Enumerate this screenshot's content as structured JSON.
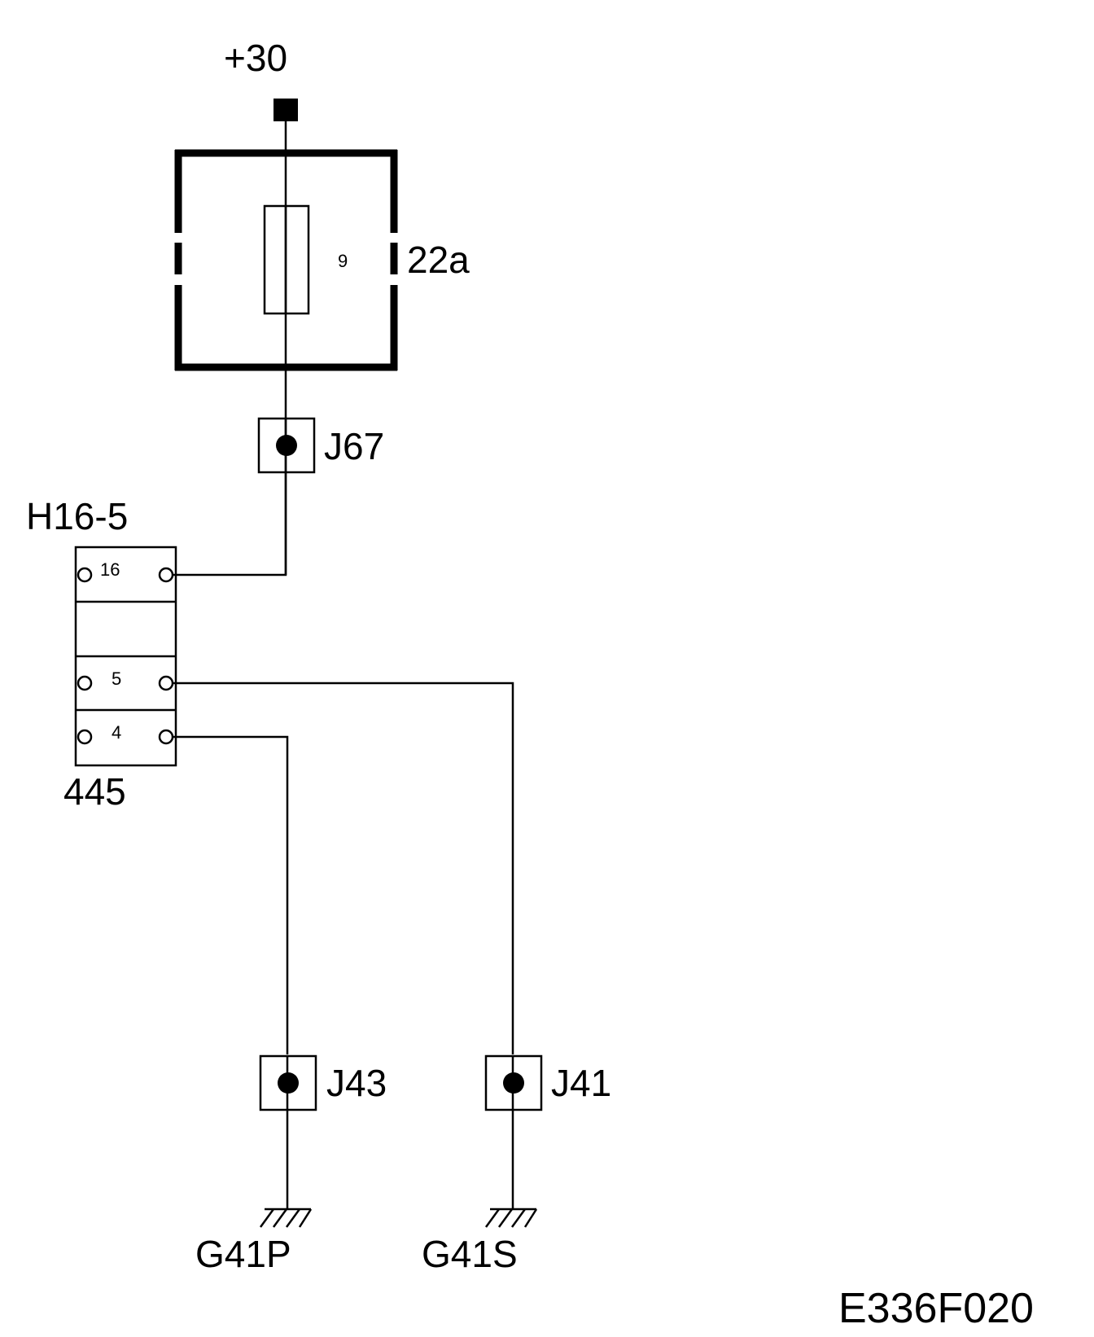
{
  "labels": {
    "supply": "+30",
    "fuse_box": "22a",
    "fuse_number": "9",
    "junction_top": "J67",
    "connector_name": "H16-5",
    "connector_code": "445",
    "pin_top": "16",
    "pin_mid": "5",
    "pin_bottom": "4",
    "junction_left": "J43",
    "junction_right": "J41",
    "ground_left": "G41P",
    "ground_right": "G41S",
    "figure_code": "E336F020"
  }
}
